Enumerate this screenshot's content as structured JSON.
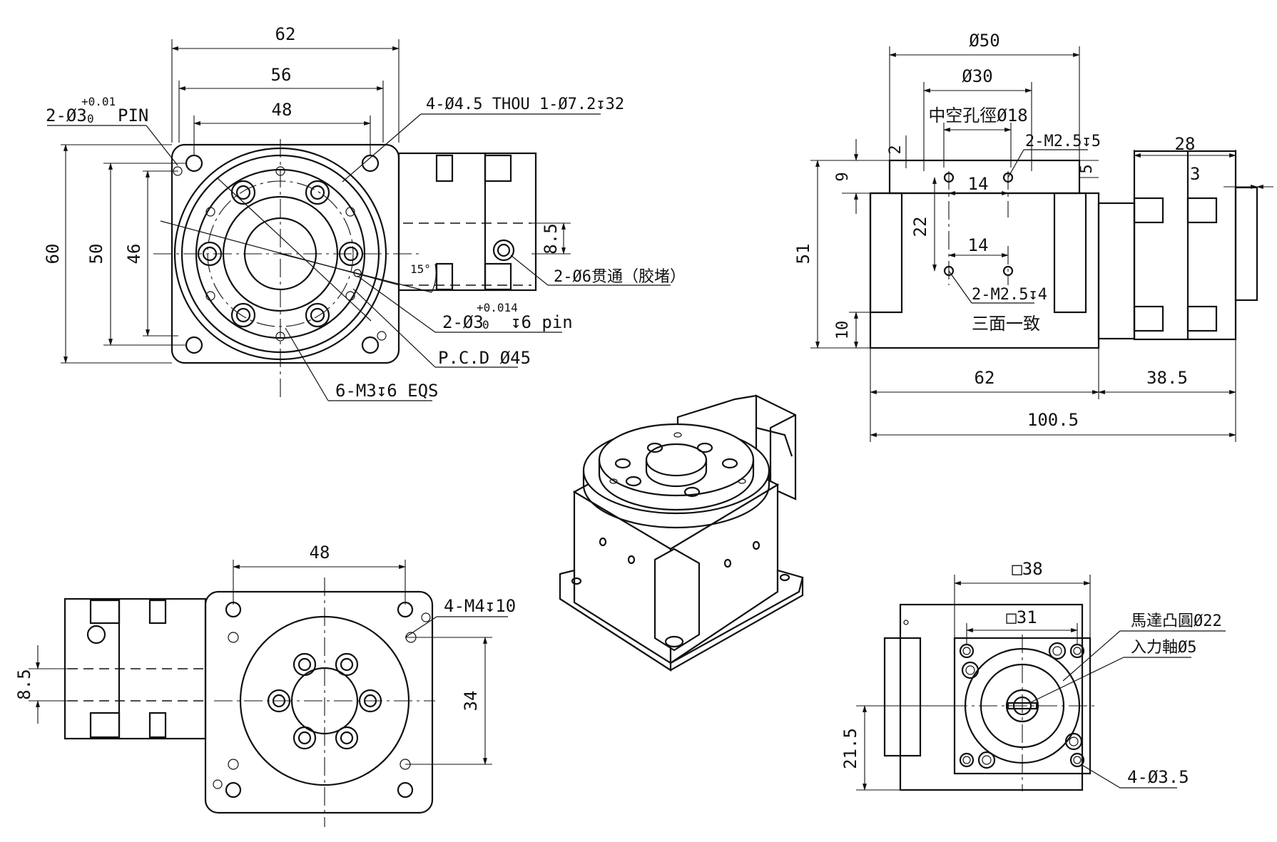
{
  "front_view": {
    "dim_62": "62",
    "dim_56": "56",
    "dim_48": "48",
    "dim_60": "60",
    "dim_50": "50",
    "dim_46": "46",
    "dim_8_5": "8.5",
    "angle_15": "15°",
    "pin_label_main": "2-Ø3",
    "pin_label_tol_upper": "+0.01",
    "pin_label_tol_lower": "0",
    "pin_label_suffix": "PIN",
    "hole_callout": "4-Ø4.5 THOU 1-Ø7.2↧32",
    "through_callout": "2-Ø6贯通（胶堵）",
    "pin2_main": "2-Ø3",
    "pin2_tol_upper": "+0.014",
    "pin2_tol_lower": "0",
    "pin2_suffix": "↧6 pin",
    "pcd_label": "P.C.D Ø45",
    "tap_label": "6-M3↧6 EQS"
  },
  "side_view": {
    "dim_d50": "Ø50",
    "dim_d30": "Ø30",
    "hollow_label": "中空孔徑Ø18",
    "dim_2": "2",
    "dim_9": "9",
    "dim_5": "5",
    "tap_top": "2-M2.5↧5",
    "dim_14_top": "14",
    "dim_22": "22",
    "dim_14_bottom": "14",
    "tap_bottom": "2-M2.5↧4",
    "three_face": "三面一致",
    "dim_51": "51",
    "dim_10": "10",
    "dim_28": "28",
    "dim_3": "3",
    "dim_62": "62",
    "dim_38_5": "38.5",
    "dim_100_5": "100.5"
  },
  "bottom_view": {
    "dim_48": "48",
    "dim_8_5": "8.5",
    "dim_34": "34",
    "tap_label": "4-M4↧10"
  },
  "motor_view": {
    "dim_sq38": "□38",
    "dim_sq31": "□31",
    "motor_boss": "馬達凸圓Ø22",
    "input_shaft": "入力軸Ø5",
    "dim_21_5": "21.5",
    "hole_label": "4-Ø3.5"
  }
}
